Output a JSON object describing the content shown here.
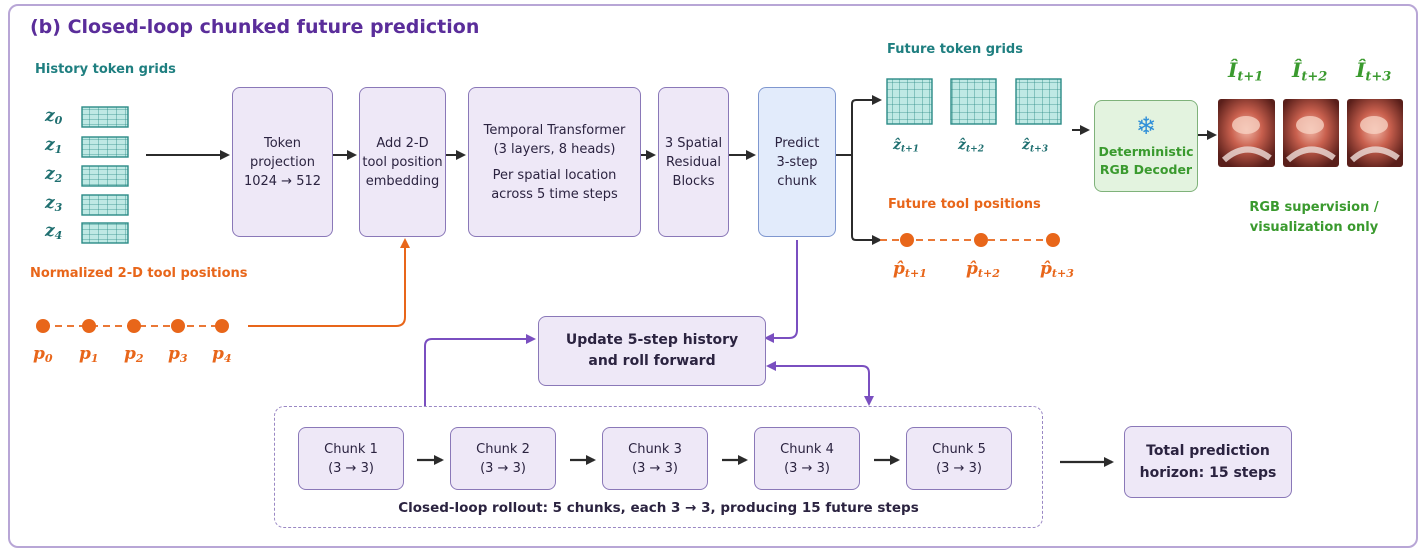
{
  "title": "(b)  Closed-loop chunked future prediction",
  "history": {
    "label": "History token grids",
    "tokens": [
      {
        "base": "z",
        "sub": "0"
      },
      {
        "base": "z",
        "sub": "1"
      },
      {
        "base": "z",
        "sub": "2"
      },
      {
        "base": "z",
        "sub": "3"
      },
      {
        "base": "z",
        "sub": "4"
      }
    ]
  },
  "tool_positions": {
    "label": "Normalized 2-D tool positions",
    "points": [
      {
        "base": "p",
        "sub": "0"
      },
      {
        "base": "p",
        "sub": "1"
      },
      {
        "base": "p",
        "sub": "2"
      },
      {
        "base": "p",
        "sub": "3"
      },
      {
        "base": "p",
        "sub": "4"
      }
    ]
  },
  "pipeline": {
    "token_projection": [
      "Token",
      "projection",
      "1024 → 512"
    ],
    "tool_embedding": [
      "Add 2-D",
      "tool position",
      "embedding"
    ],
    "temporal_transformer": [
      "Temporal Transformer",
      "(3 layers, 8 heads)",
      "Per spatial location",
      "across 5 time steps"
    ],
    "spatial_blocks": [
      "3 Spatial",
      "Residual",
      "Blocks"
    ],
    "predict_chunk": [
      "Predict",
      "3-step",
      "chunk"
    ]
  },
  "future_tokens": {
    "label": "Future token grids",
    "tokens": [
      {
        "base": "ẑ",
        "sub": "t+1"
      },
      {
        "base": "ẑ",
        "sub": "t+2"
      },
      {
        "base": "ẑ",
        "sub": "t+3"
      }
    ]
  },
  "future_tools": {
    "label": "Future tool positions",
    "points": [
      {
        "base": "p̂",
        "sub": "t+1"
      },
      {
        "base": "p̂",
        "sub": "t+2"
      },
      {
        "base": "p̂",
        "sub": "t+3"
      }
    ]
  },
  "decoder": {
    "icon": "snowflake-icon",
    "lines": [
      "Deterministic",
      "RGB Decoder"
    ]
  },
  "frames": {
    "labels": [
      {
        "base": "Î",
        "sub": "t+1"
      },
      {
        "base": "Î",
        "sub": "t+2"
      },
      {
        "base": "Î",
        "sub": "t+3"
      }
    ],
    "note": [
      "RGB supervision /",
      "visualization only"
    ]
  },
  "update": [
    "Update 5-step history",
    "and roll forward"
  ],
  "chunks": [
    {
      "name": "Chunk 1",
      "io": "(3 → 3)"
    },
    {
      "name": "Chunk 2",
      "io": "(3 → 3)"
    },
    {
      "name": "Chunk 3",
      "io": "(3 → 3)"
    },
    {
      "name": "Chunk 4",
      "io": "(3 → 3)"
    },
    {
      "name": "Chunk 5",
      "io": "(3 → 3)"
    }
  ],
  "rollout_caption": "Closed-loop rollout:  5 chunks, each 3  →  3, producing 15 future steps",
  "total": [
    "Total prediction",
    "horizon: 15 steps"
  ],
  "colors": {
    "purple_border": "#8a78b8",
    "teal": "#1f7f80",
    "orange": "#e8661a",
    "green": "#3a9a2e",
    "arrow_purple": "#7a4fc0",
    "grid_fill": "#bfe9e4"
  }
}
